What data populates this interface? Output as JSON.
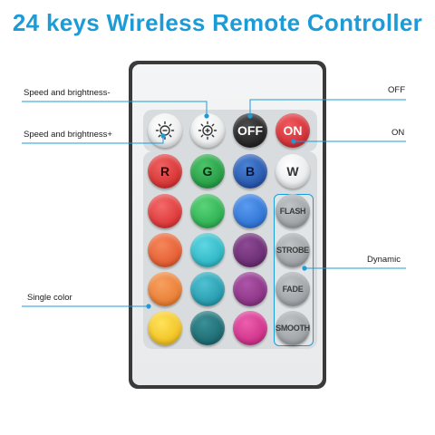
{
  "title": "24 keys Wireless Remote Controller",
  "annotations": {
    "speed_brightness_minus": "Speed and brightness-",
    "speed_brightness_plus": "Speed and brightness+",
    "off": "OFF",
    "on": "ON",
    "dynamic": "Dynamic",
    "single_color": "Single color"
  },
  "buttons": {
    "off_label": "OFF",
    "on_label": "ON",
    "r_label": "R",
    "g_label": "G",
    "b_label": "B",
    "w_label": "W",
    "flash_label": "FLASH",
    "strobe_label": "STROBE",
    "fade_label": "FADE",
    "smooth_label": "SMOOTH"
  },
  "colors": {
    "title": "#1d9bd7",
    "annotation_line": "#1d9bd7",
    "off_button": "#1e1e1e",
    "on_button": "#d8262e",
    "color_grid": [
      [
        "#d82a2a",
        "#1a9a3c",
        "#1a55b0"
      ],
      [
        "#e02d2d",
        "#21a845",
        "#1f6fd0"
      ],
      [
        "#e5582a",
        "#1fb7c4",
        "#6b2a72"
      ],
      [
        "#ec7a2b",
        "#1a9fb3",
        "#8a2f86"
      ],
      [
        "#f3c50e",
        "#116e74",
        "#cf2d8a"
      ]
    ]
  }
}
